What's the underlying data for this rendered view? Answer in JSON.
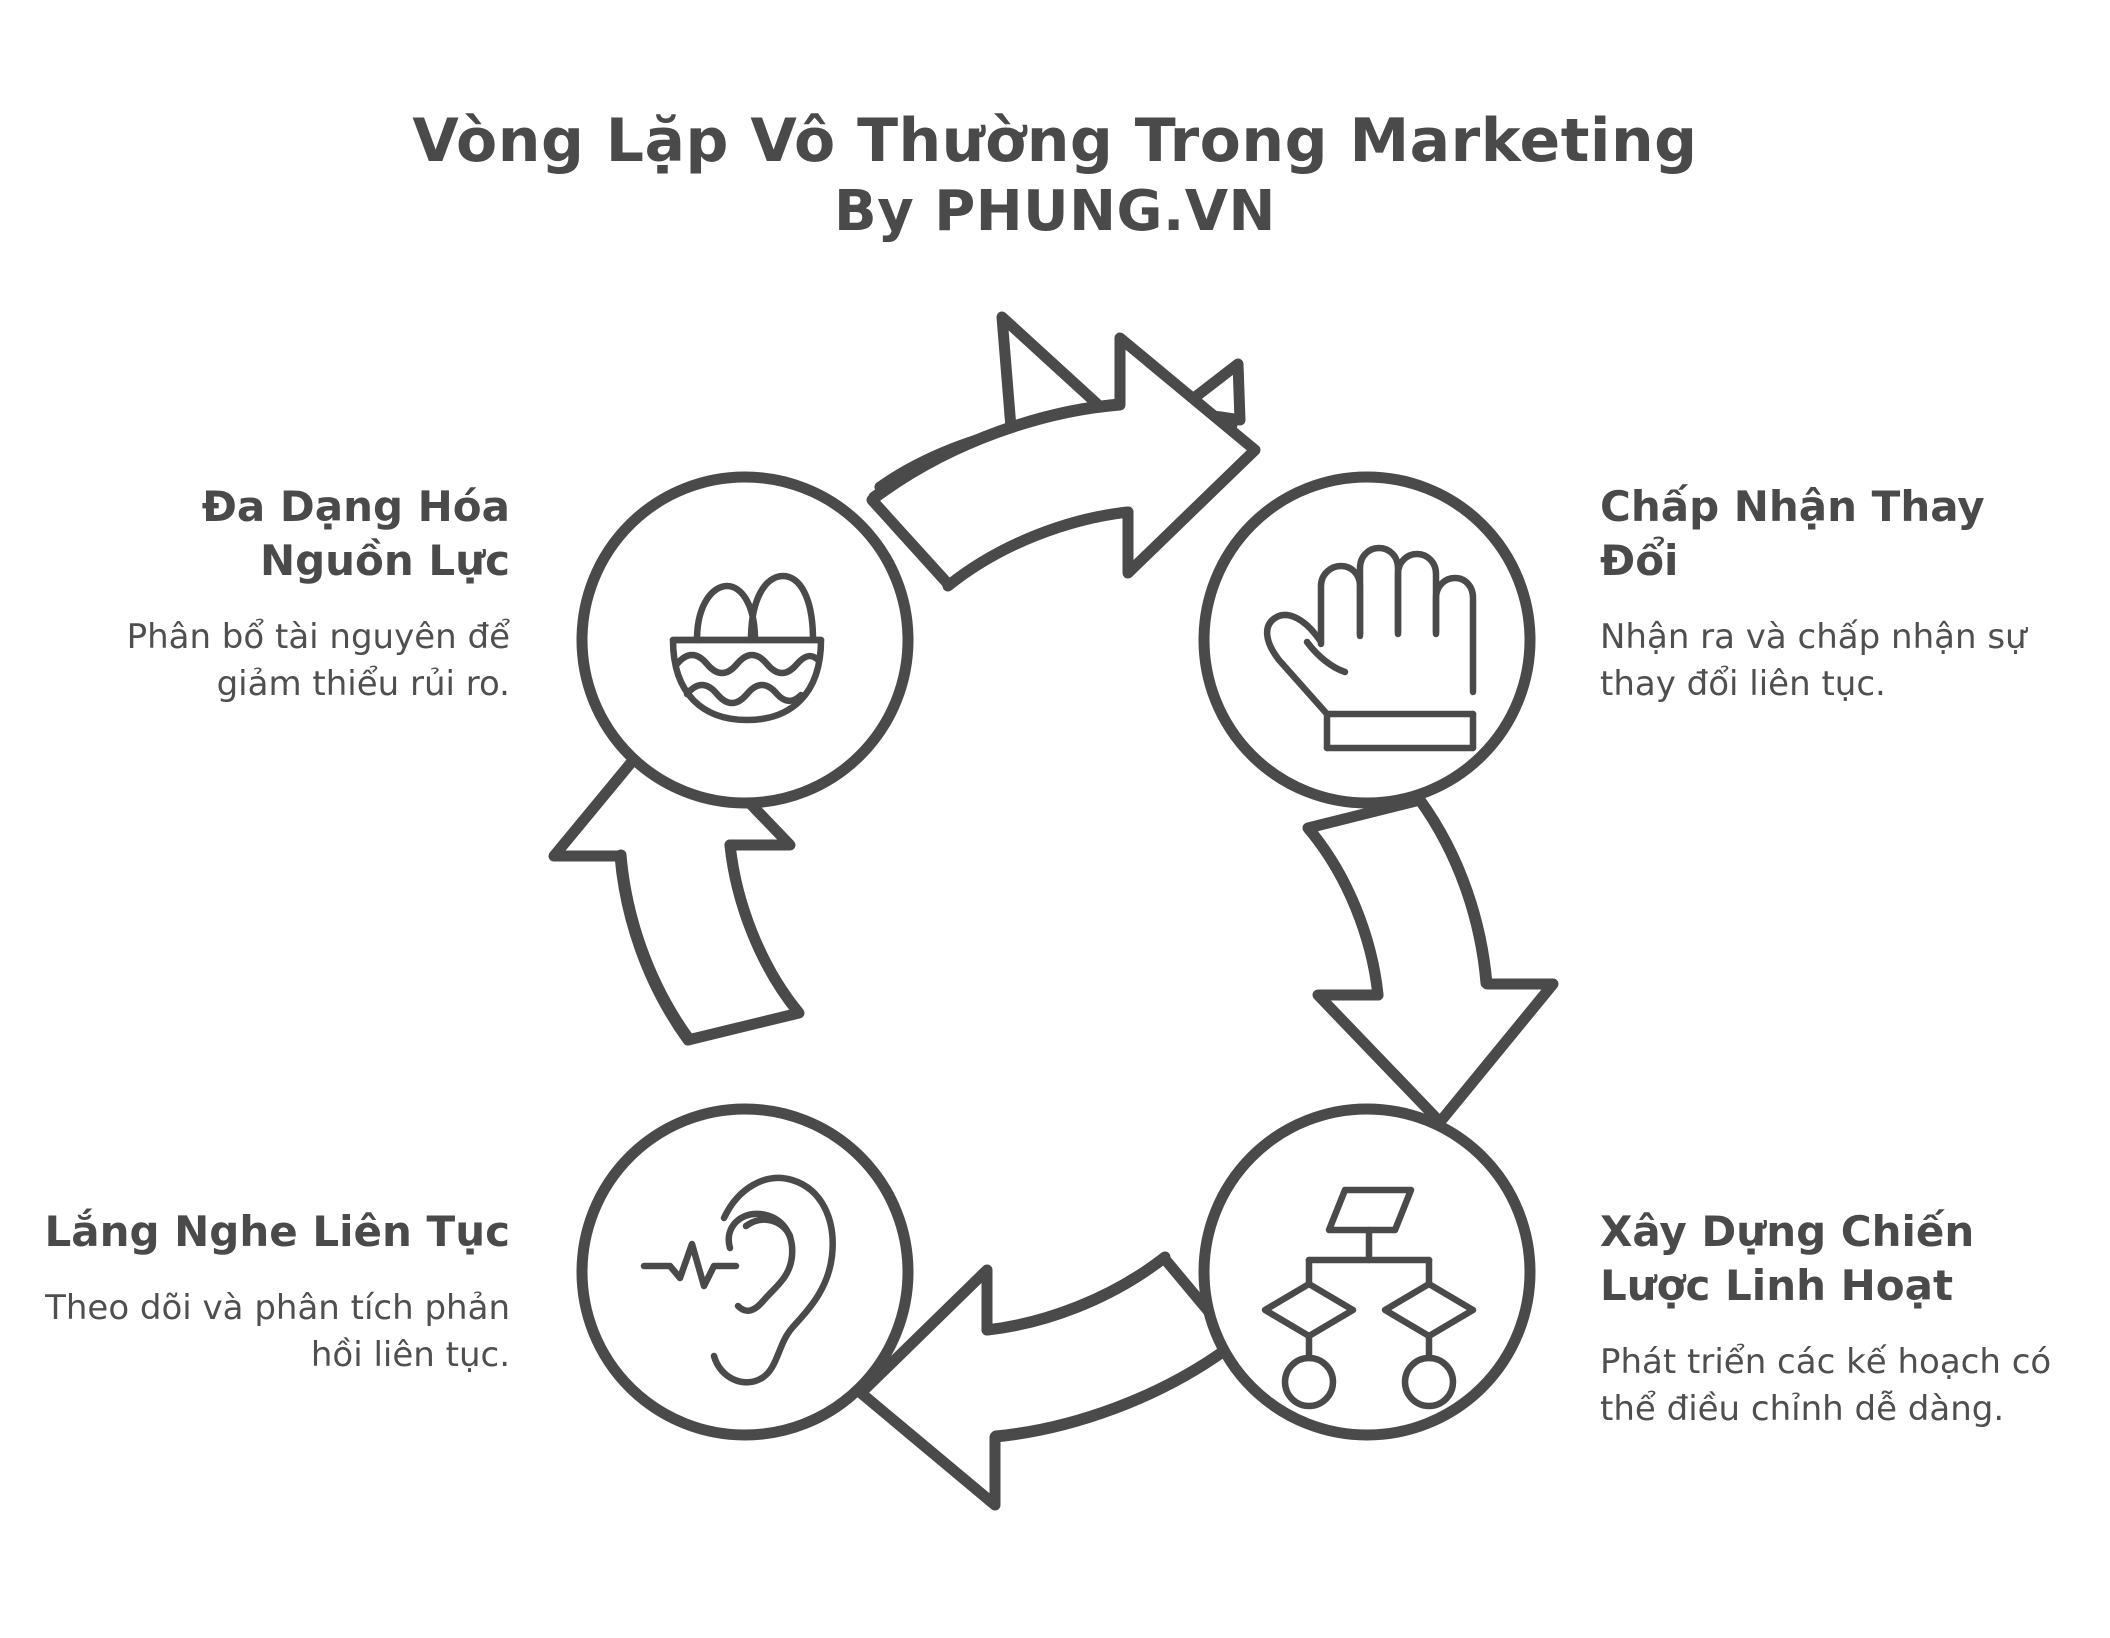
{
  "header": {
    "title_line1": "Vòng Lặp Vô Thường Trong Marketing",
    "title_line2": "By PHUNG.VN"
  },
  "colors": {
    "stroke": "#4a4a4a",
    "background": "#ffffff",
    "text": "#4a4a4a"
  },
  "diagram": {
    "type": "cycle",
    "direction": "clockwise",
    "node_count": 4,
    "nodes": [
      {
        "id": "diversify-resources",
        "position": "top-left",
        "heading": "Đa Dạng Hóa Nguồn Lực",
        "description": "Phân bổ tài nguyên để giảm thiểu rủi ro.",
        "icon": "basket-with-eggs-icon"
      },
      {
        "id": "accept-change",
        "position": "top-right",
        "heading": "Chấp Nhận Thay Đổi",
        "description": "Nhận ra và chấp nhận sự thay đổi liên tục.",
        "icon": "open-hand-icon"
      },
      {
        "id": "flexible-strategy",
        "position": "bottom-right",
        "heading": "Xây Dựng Chiến Lược Linh Hoạt",
        "description": "Phát triển các kế hoạch có thể điều chỉnh dễ dàng.",
        "icon": "flowchart-hierarchy-icon"
      },
      {
        "id": "continuous-listening",
        "position": "bottom-left",
        "heading": "Lắng Nghe Liên Tục",
        "description": "Theo dõi và phân tích phản hồi liên tục.",
        "icon": "ear-soundwave-icon"
      }
    ],
    "arrows": [
      {
        "id": "arrow-top",
        "from": "diversify-resources",
        "to": "accept-change",
        "direction": "right"
      },
      {
        "id": "arrow-right",
        "from": "accept-change",
        "to": "flexible-strategy",
        "direction": "down"
      },
      {
        "id": "arrow-bottom",
        "from": "flexible-strategy",
        "to": "continuous-listening",
        "direction": "left"
      },
      {
        "id": "arrow-left",
        "from": "continuous-listening",
        "to": "diversify-resources",
        "direction": "up"
      }
    ]
  }
}
